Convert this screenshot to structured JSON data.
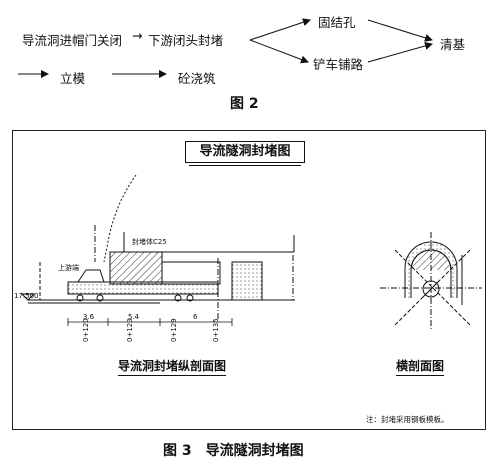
{
  "flow": {
    "step1": "导流洞进帽门关闭",
    "step2": "下游闭头封堵",
    "branch_top": "固结孔",
    "branch_bottom": "铲车铺路",
    "result": "清基",
    "row2_step1": "立模",
    "row2_step2": "砼浇筑",
    "caption": "图 2"
  },
  "figure": {
    "title": "导流隧洞封堵图",
    "longitudinal_caption": "导流洞封堵纵剖面图",
    "cross_caption": "横剖面图",
    "note": "注：封堵采用钢板模板。",
    "elevation": "17.500",
    "dim_1": "3.6",
    "dim_2": "5.4",
    "dim_3": "6",
    "station_1": "0+120",
    "station_2": "0+123",
    "station_3": "0+129",
    "station_4": "0+135",
    "left_label": "上游端",
    "mid_label": "封堵体C25",
    "caption": "图 3　导流隧洞封堵图"
  }
}
